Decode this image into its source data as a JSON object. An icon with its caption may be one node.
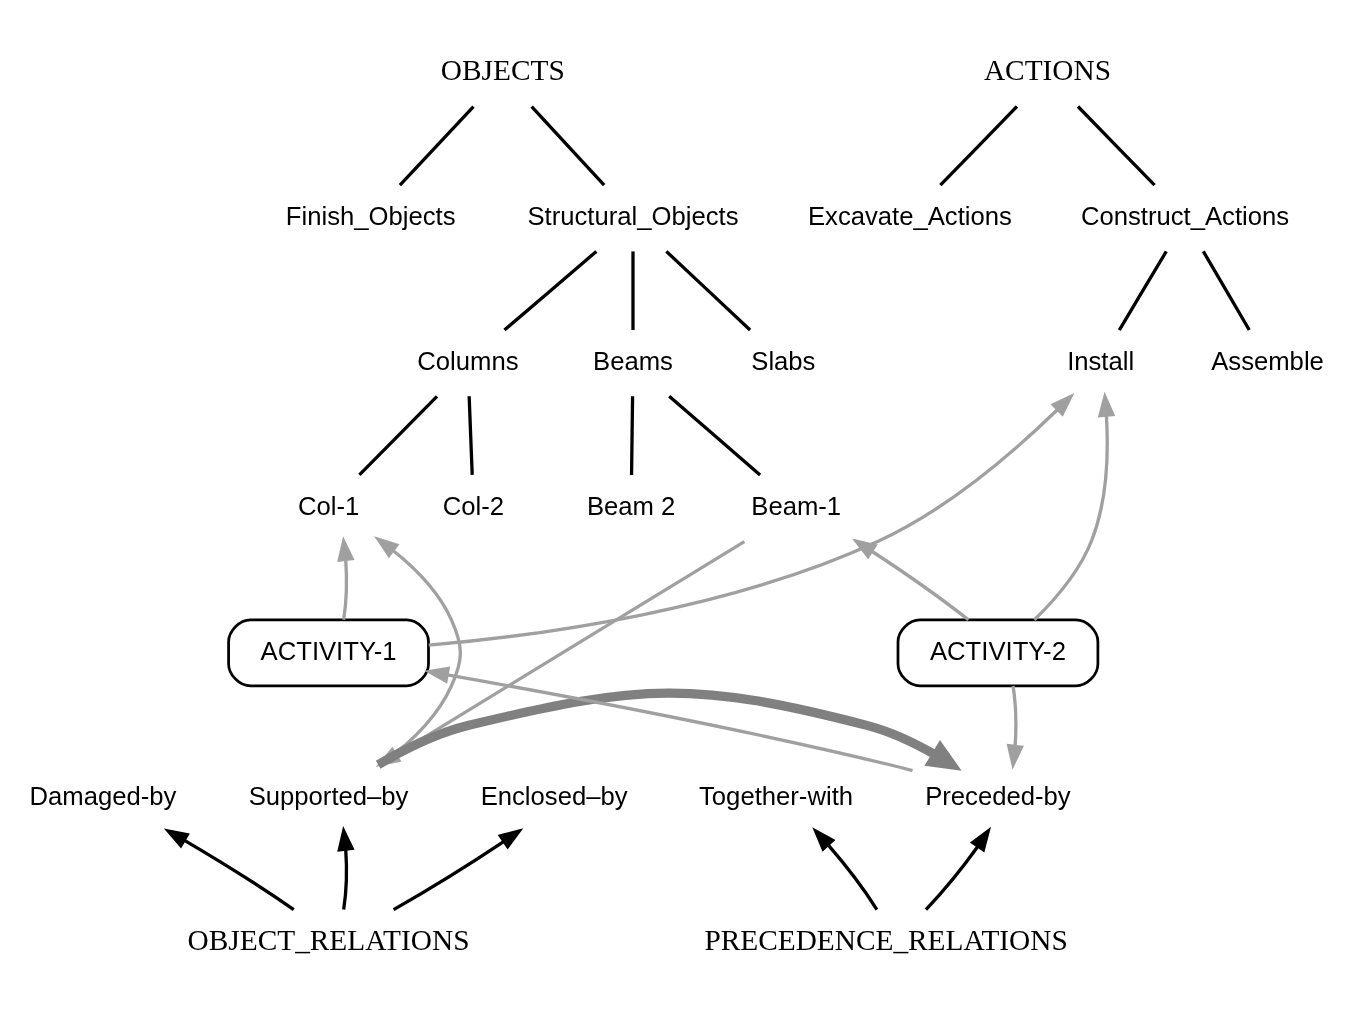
{
  "diagram": {
    "nodes": [
      {
        "text": [
          "OBJECTS"
        ]
      },
      {
        "text": [
          "Finish_Objects"
        ]
      },
      {
        "text": [
          "Structural_Objects"
        ]
      },
      {
        "text": [
          "Columns"
        ]
      },
      {
        "text": [
          "Slabs"
        ]
      },
      {
        "text": [
          "Beams"
        ]
      },
      {
        "text": [
          "Col-1"
        ]
      },
      {
        "text": [
          "Col-2"
        ]
      },
      {
        "text": [
          "Beam-1"
        ]
      },
      {
        "text": [
          "Beam 2"
        ]
      },
      {
        "text": [
          "ACTIONS"
        ]
      },
      {
        "text": [
          "Excavate_Actions"
        ]
      },
      {
        "text": [
          "Construct_Actions"
        ]
      },
      {
        "text": [
          "Assemble"
        ]
      },
      {
        "text": [
          "Install"
        ]
      },
      {
        "text": [
          "ACTIVITY-1"
        ]
      },
      {
        "text": [
          "ACTIVITY-2"
        ]
      },
      {
        "text": [
          "Enclosed–by"
        ]
      },
      {
        "text": [
          "Supported–by"
        ]
      },
      {
        "text": [
          "Damaged-by"
        ]
      },
      {
        "text": [
          "OBJECT_RELATIONS"
        ]
      },
      {
        "text": [
          "Preceded-by"
        ]
      },
      {
        "text": [
          "Together-with"
        ]
      },
      {
        "text": [
          "PRECEDENCE_RELATIONS"
        ]
      }
    ],
    "edges": [
      {
        "from": 0,
        "to": 1,
        "arrow": "none"
      },
      {
        "from": 0,
        "to": 2,
        "arrow": "none"
      },
      {
        "from": 2,
        "to": 3,
        "arrow": "none"
      },
      {
        "from": 2,
        "to": 4,
        "arrow": "none"
      },
      {
        "from": 2,
        "to": 5,
        "arrow": "none"
      },
      {
        "from": 3,
        "to": 6,
        "arrow": "none"
      },
      {
        "from": 3,
        "to": 7,
        "arrow": "none"
      },
      {
        "from": 5,
        "to": 8,
        "arrow": "none"
      },
      {
        "from": 5,
        "to": 9,
        "arrow": "none"
      },
      {
        "from": 10,
        "to": 11,
        "arrow": "none"
      },
      {
        "from": 10,
        "to": 12,
        "arrow": "none"
      },
      {
        "from": 12,
        "to": 13,
        "arrow": "none"
      },
      {
        "from": 12,
        "to": 14,
        "arrow": "none"
      },
      {
        "from": 15,
        "to": 6,
        "arrow": "to",
        "color": "#a0a0a0"
      },
      {
        "from": 15,
        "to": 14,
        "arrow": "to",
        "color": "#a0a0a0"
      },
      {
        "from": 16,
        "to": 8,
        "arrow": "to",
        "color": "#a0a0a0"
      },
      {
        "from": 16,
        "to": 14,
        "arrow": "to",
        "color": "#a0a0a0"
      },
      {
        "from": 18,
        "to": 6,
        "arrow": "to",
        "color": "#a0a0a0"
      },
      {
        "from": 8,
        "to": 18,
        "arrow": "to",
        "color": "#a0a0a0"
      },
      {
        "from": 21,
        "to": 15,
        "arrow": "to",
        "color": "#a0a0a0"
      },
      {
        "from": 16,
        "to": 21,
        "arrow": "to",
        "color": "#a0a0a0"
      },
      {
        "from": 18,
        "to": 21,
        "arrow": "to",
        "style": "thick",
        "color": "#808080"
      },
      {
        "from": 20,
        "to": 17,
        "arrow": "to"
      },
      {
        "from": 20,
        "to": 18,
        "arrow": "to"
      },
      {
        "from": 20,
        "to": 19,
        "arrow": "to"
      },
      {
        "from": 23,
        "to": 21,
        "arrow": "to"
      },
      {
        "from": 23,
        "to": 22,
        "arrow": "to"
      }
    ]
  }
}
